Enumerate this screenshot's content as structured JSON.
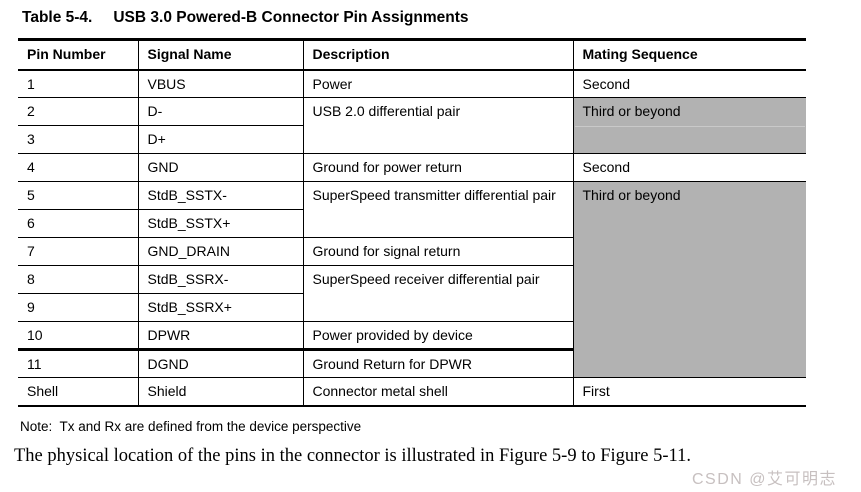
{
  "caption": {
    "label": "Table 5-4.",
    "title": "USB 3.0 Powered-B Connector Pin Assignments"
  },
  "table": {
    "headers": [
      "Pin Number",
      "Signal Name",
      "Description",
      "Mating Sequence"
    ],
    "rows": [
      {
        "pin": "1",
        "signal": "VBUS",
        "description": "Power",
        "mating": "Second"
      },
      {
        "pin": "2",
        "signal": "D-",
        "description": "USB 2.0 differential pair",
        "mating": "Third or beyond"
      },
      {
        "pin": "3",
        "signal": "D+"
      },
      {
        "pin": "4",
        "signal": "GND",
        "description": "Ground for power return",
        "mating": "Second"
      },
      {
        "pin": "5",
        "signal": "StdB_SSTX-",
        "description": "SuperSpeed transmitter differential pair",
        "mating": "Third or beyond"
      },
      {
        "pin": "6",
        "signal": "StdB_SSTX+"
      },
      {
        "pin": "7",
        "signal": "GND_DRAIN",
        "description": "Ground for signal return"
      },
      {
        "pin": "8",
        "signal": "StdB_SSRX-",
        "description": "SuperSpeed receiver differential pair"
      },
      {
        "pin": "9",
        "signal": "StdB_SSRX+"
      },
      {
        "pin": "10",
        "signal": "DPWR",
        "description": "Power provided by device"
      },
      {
        "pin": "11",
        "signal": "DGND",
        "description": "Ground Return for DPWR"
      },
      {
        "pin": "Shell",
        "signal": "Shield",
        "description": "Connector metal shell",
        "mating": "First"
      }
    ]
  },
  "note": "Note:  Tx and Rx are defined from the device perspective",
  "body_text": "The physical location of the pins in the connector is illustrated in Figure 5-9 to Figure 5-11.",
  "watermark": "CSDN @艾可明志",
  "colors": {
    "cell_gray": "#b2b2b2",
    "watermark_gray": "#c7c0c0",
    "border_black": "#000000"
  }
}
